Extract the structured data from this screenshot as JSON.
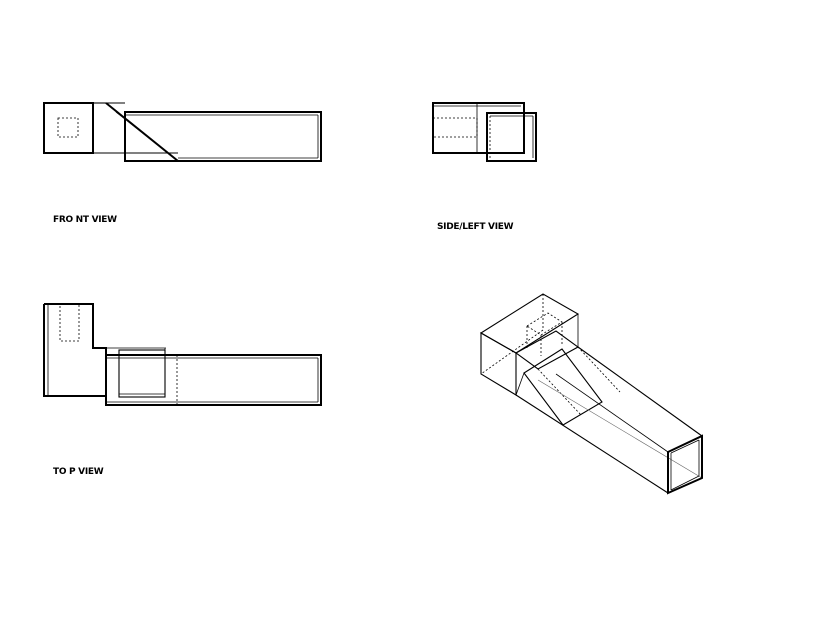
{
  "labels": {
    "front_view": "FRO NT VIEW",
    "side_left_view": "SIDE/LEFT VIEW",
    "top_view": "TO P VIEW"
  },
  "colors": {
    "background": "#ffffff",
    "line": "#000000"
  }
}
